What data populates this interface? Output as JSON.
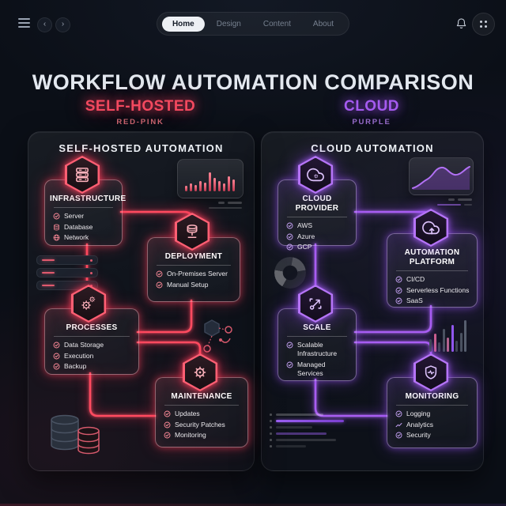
{
  "nav": {
    "back_glyph": "‹",
    "forward_glyph": "›",
    "tabs": [
      {
        "label": "Home",
        "active": true
      },
      {
        "label": "Design",
        "active": false
      },
      {
        "label": "Content",
        "active": false
      },
      {
        "label": "About",
        "active": false
      }
    ]
  },
  "title": "WORKFLOW AUTOMATION COMPARISON",
  "legend": {
    "left": {
      "label": "SELF-HOSTED",
      "sublabel": "RED-PINK",
      "color": "#f43f5e"
    },
    "right": {
      "label": "CLOUD",
      "sublabel": "PURPLE",
      "color": "#a855f7"
    }
  },
  "panels": [
    {
      "title": "SELF-HOSTED AUTOMATION",
      "accent": "#ff4a60",
      "cards": [
        {
          "title": "INFRASTRUCTURE",
          "icon": "server-icon",
          "items": [
            {
              "label": "Server",
              "icon": "check-circle-icon"
            },
            {
              "label": "Database",
              "icon": "database-icon"
            },
            {
              "label": "Network",
              "icon": "globe-icon"
            }
          ]
        },
        {
          "title": "DEPLOYMENT",
          "icon": "database-network-icon",
          "items": [
            {
              "label": "On-Premises Server",
              "icon": "check-circle-icon"
            },
            {
              "label": "Manual Setup",
              "icon": "check-circle-icon"
            }
          ]
        },
        {
          "title": "PROCESSES",
          "icon": "gears-icon",
          "items": [
            {
              "label": "Data Storage",
              "icon": "check-circle-icon"
            },
            {
              "label": "Execution",
              "icon": "check-circle-icon"
            },
            {
              "label": "Backup",
              "icon": "check-circle-icon"
            }
          ]
        },
        {
          "title": "MAINTENANCE",
          "icon": "gear-icon",
          "items": [
            {
              "label": "Updates",
              "icon": "check-circle-icon"
            },
            {
              "label": "Security Patches",
              "icon": "check-circle-icon"
            },
            {
              "label": "Monitoring",
              "icon": "check-circle-icon"
            }
          ]
        }
      ],
      "decorations": [
        "bar-chart-widget",
        "server-rack-illustration",
        "molecule-illustration",
        "database-stack-illustration"
      ]
    },
    {
      "title": "CLOUD AUTOMATION",
      "accent": "#a85cf0",
      "cards": [
        {
          "title": "CLOUD PROVIDER",
          "icon": "cloud-gear-icon",
          "items": [
            {
              "label": "AWS",
              "icon": "check-circle-icon"
            },
            {
              "label": "Azure",
              "icon": "check-circle-icon"
            },
            {
              "label": "GCP",
              "icon": "check-circle-icon"
            }
          ]
        },
        {
          "title": "AUTOMATION PLATFORM",
          "icon": "cloud-upload-icon",
          "items": [
            {
              "label": "CI/CD",
              "icon": "check-circle-icon"
            },
            {
              "label": "Serverless Functions",
              "icon": "check-circle-icon"
            },
            {
              "label": "SaaS",
              "icon": "check-circle-icon"
            }
          ]
        },
        {
          "title": "SCALE",
          "icon": "growth-arrow-icon",
          "items": [
            {
              "label": "Scalable Infrastructure",
              "icon": "check-circle-icon"
            },
            {
              "label": "Managed Services",
              "icon": "check-circle-icon"
            }
          ]
        },
        {
          "title": "MONITORING",
          "icon": "shield-pulse-icon",
          "items": [
            {
              "label": "Logging",
              "icon": "check-circle-icon"
            },
            {
              "label": "Analytics",
              "icon": "chart-line-icon"
            },
            {
              "label": "Security",
              "icon": "check-circle-icon"
            }
          ]
        }
      ],
      "decorations": [
        "wave-chart-widget",
        "donut-chart-illustration",
        "bar-sparkline-illustration",
        "list-skeleton-illustration"
      ]
    }
  ]
}
